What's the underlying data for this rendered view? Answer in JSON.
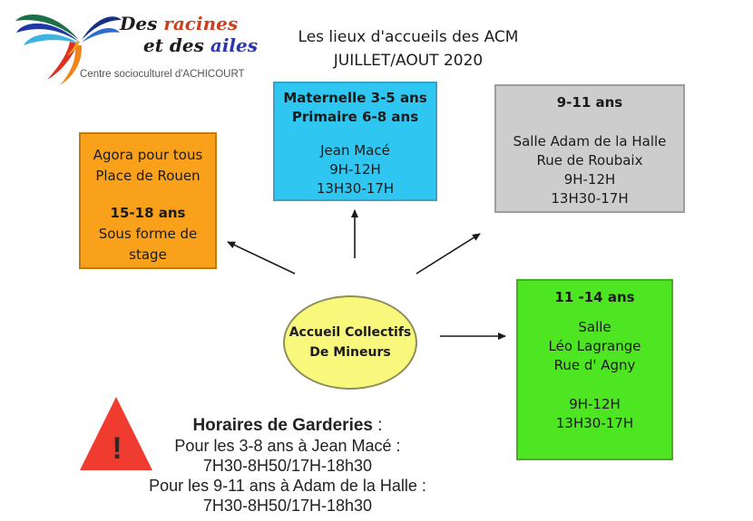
{
  "page": {
    "background": "#ffffff"
  },
  "logo": {
    "brand": {
      "word1": "Des",
      "word2": "racines",
      "word3": "et des",
      "word4": "ailes"
    },
    "subtitle": "Centre socioculturel d'ACHICOURT",
    "colors": {
      "word_dark": "#1c1c1c",
      "word_red": "#cc4020",
      "word_blue": "#2b35b0",
      "subtitle": "#555555"
    }
  },
  "title": {
    "line1": "Les lieux d'accueils des ACM",
    "line2": "JUILLET/AOUT 2020"
  },
  "diagram": {
    "center": {
      "line1": "Accueil Collectifs",
      "line2": "De Mineurs",
      "fill": "#F8F87D",
      "border": "#8E8E5A"
    },
    "boxes": {
      "maternelle": {
        "fill": "#2FC7F2",
        "border": "#35A3C6",
        "lines": [
          "Maternelle 3-5 ans",
          "Primaire 6-8 ans",
          "Jean Macé",
          "9H-12H",
          "13H30-17H"
        ]
      },
      "adam": {
        "fill": "#CDCDCD",
        "border": "#9E9E9E",
        "lines": [
          "9-11 ans",
          "Salle Adam de la Halle",
          "Rue de Roubaix",
          "9H-12H",
          "13H30-17H"
        ]
      },
      "agora": {
        "fill": "#F9A11B",
        "border": "#BF7B12",
        "lines": [
          "Agora pour tous",
          "Place de Rouen",
          "15-18 ans",
          "Sous forme de",
          "stage"
        ]
      },
      "leo": {
        "fill": "#4EE522",
        "border": "#3FB31B",
        "lines": [
          "11 -14 ans",
          "Salle",
          "Léo Lagrange",
          "Rue d' Agny",
          "9H-12H",
          "13H30-17H"
        ]
      }
    },
    "arrow_color": "#1a1a1a"
  },
  "warning": {
    "icon_glyph": "!",
    "triangle_color": "#EF3B30",
    "heading_bold": "Horaires de Garderies",
    "heading_suffix": " :",
    "lines": [
      "Pour les 3-8 ans à Jean Macé :",
      "7H30-8H50/17H-18h30",
      "Pour les 9-11 ans à Adam de la Halle :",
      "7H30-8H50/17H-18h30"
    ]
  }
}
